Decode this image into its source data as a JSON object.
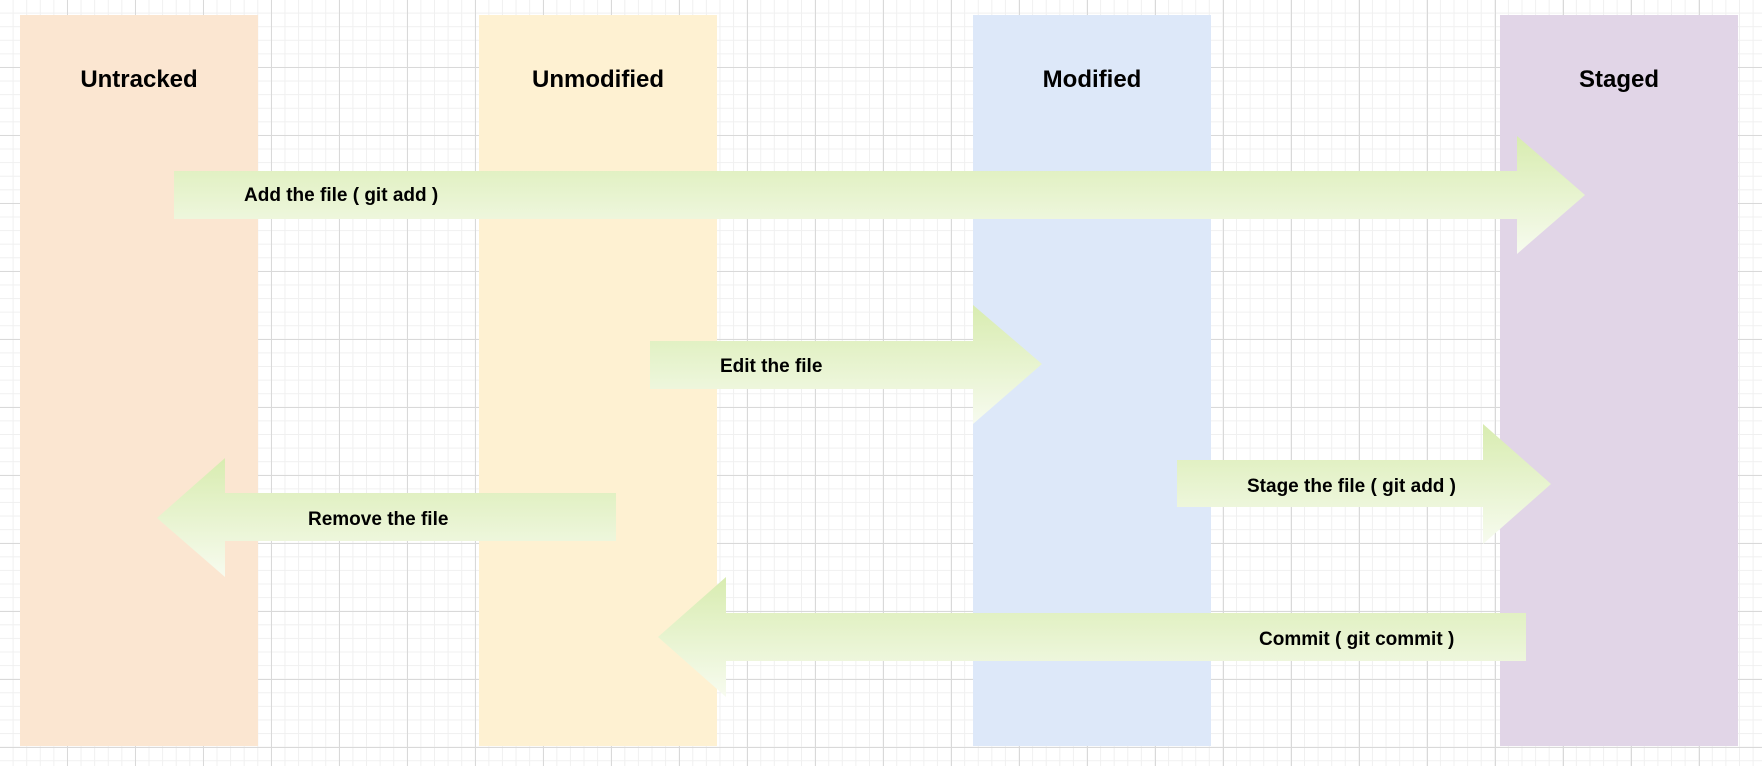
{
  "lanes": [
    {
      "id": "untracked",
      "label": "Untracked",
      "color": "#fbe6d1"
    },
    {
      "id": "unmodified",
      "label": "Unmodified",
      "color": "#fef1d2"
    },
    {
      "id": "modified",
      "label": "Modified",
      "color": "#dde8f9"
    },
    {
      "id": "staged",
      "label": "Staged",
      "color": "#e1d5e7"
    }
  ],
  "arrows": [
    {
      "id": "add-file",
      "label": "Add the file ( git add )",
      "from": "Untracked",
      "to": "Staged"
    },
    {
      "id": "edit-file",
      "label": "Edit the file",
      "from": "Unmodified",
      "to": "Modified"
    },
    {
      "id": "remove-file",
      "label": "Remove the file",
      "from": "Unmodified",
      "to": "Untracked"
    },
    {
      "id": "stage-file",
      "label": "Stage the file ( git add )",
      "from": "Modified",
      "to": "Staged"
    },
    {
      "id": "commit",
      "label": "Commit ( git commit )",
      "from": "Staged",
      "to": "Unmodified"
    }
  ],
  "colors": {
    "arrow_top": "#d8ecb0",
    "arrow_bottom": "#f7fbef"
  }
}
